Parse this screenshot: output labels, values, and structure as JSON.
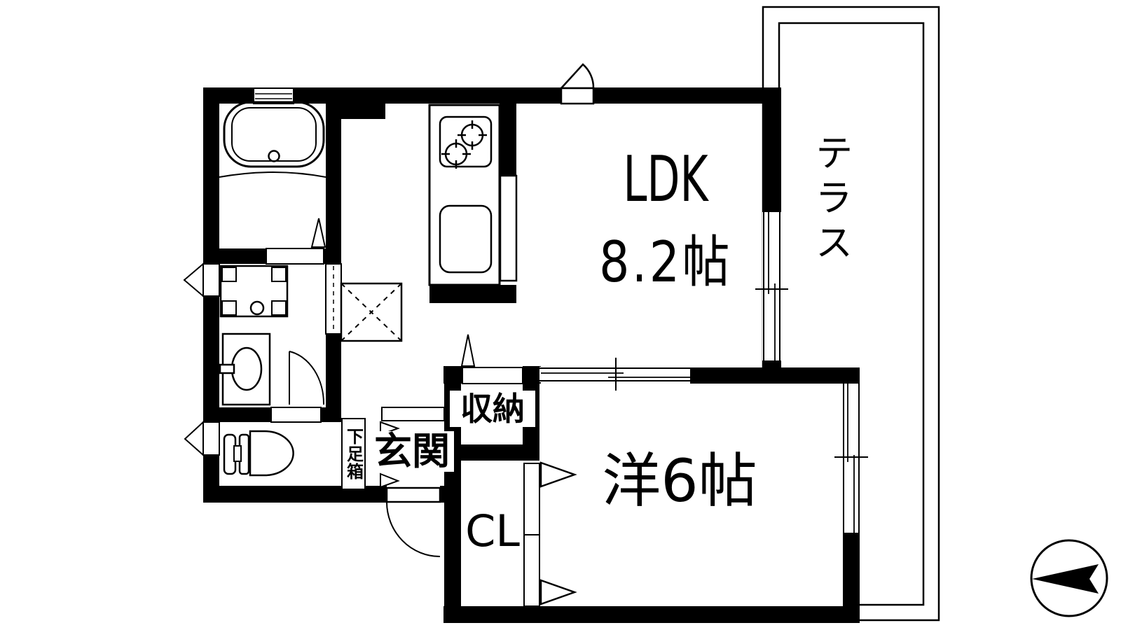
{
  "colors": {
    "wall": "#000000",
    "background": "#ffffff",
    "line": "#000000"
  },
  "rooms": {
    "ldk": {
      "name": "LDK",
      "size": "8.2帖"
    },
    "western_room": {
      "name": "洋6帖"
    },
    "terrace": {
      "name": "テラス"
    },
    "storage": {
      "name": "収納"
    },
    "entrance": {
      "name": "玄関"
    },
    "shoe_box": {
      "name": "下足箱"
    },
    "closet": {
      "name": "CL"
    }
  },
  "fixtures": [
    "bathtub",
    "washing-machine-pan",
    "washbasin",
    "toilet",
    "kitchen-stove",
    "kitchen-sink",
    "kitchen-counter",
    "sliding-window",
    "door-swing",
    "compass-north-arrow"
  ]
}
